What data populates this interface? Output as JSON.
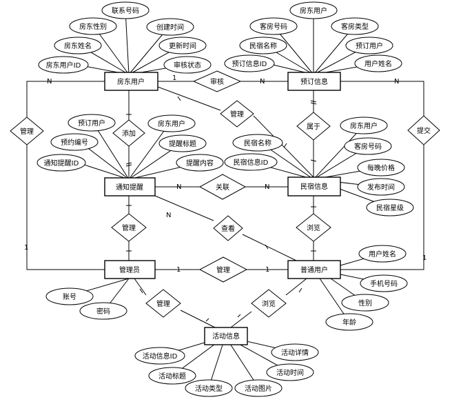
{
  "entities": {
    "landlord": "房东用户",
    "booking": "预订信息",
    "notice": "通知提醒",
    "homestay": "民宿信息",
    "admin": "管理员",
    "user": "普通用户",
    "activity": "活动信息"
  },
  "attributes": {
    "landlord": [
      "房东用户ID",
      "房东姓名",
      "房东性别",
      "联系号码",
      "创建时间",
      "更新时间",
      "审核状态"
    ],
    "booking": [
      "预订信息ID",
      "民宿名称",
      "客房号码",
      "房东用户",
      "客房类型",
      "预订用户",
      "用户姓名"
    ],
    "notice": [
      "通知提醒ID",
      "预约编号",
      "预订用户",
      "房东用户",
      "提醒标题",
      "提醒内容"
    ],
    "homestay": [
      "民宿名称",
      "民宿信息ID",
      "房东用户",
      "客房号码",
      "每晚价格",
      "发布时间",
      "民宿星级"
    ],
    "admin": [
      "账号",
      "密码"
    ],
    "user": [
      "用户姓名",
      "手机号码",
      "性别",
      "年龄"
    ],
    "activity": [
      "活动信息ID",
      "活动标题",
      "活动类型",
      "活动图片",
      "活动时间",
      "活动详情"
    ]
  },
  "relationships": {
    "audit": "审核",
    "manage_landlord_homestay": "管理",
    "admin_manage_landlord": "管理",
    "add": "添加",
    "belongs": "属于",
    "submit": "提交",
    "associate": "关联",
    "admin_manage_notice": "管理",
    "view_notice": "查看",
    "browse_homestay": "浏览",
    "admin_manage_user": "管理",
    "admin_manage_activity": "管理",
    "browse_activity": "浏览"
  },
  "cardinality": {
    "one": "1",
    "many": "N"
  }
}
